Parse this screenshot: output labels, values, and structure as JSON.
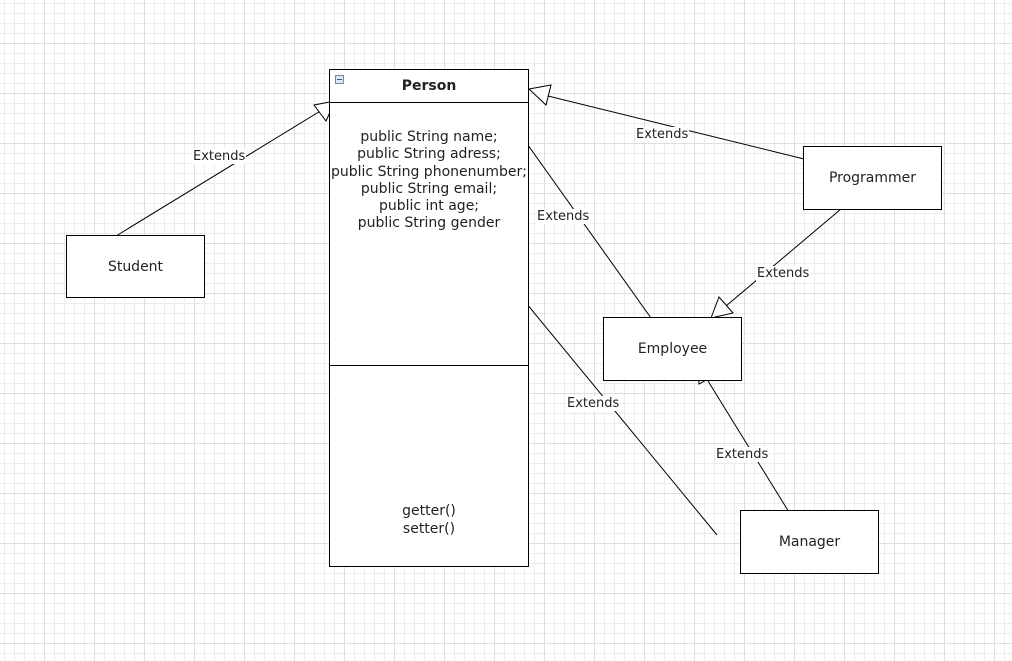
{
  "person": {
    "title": "Person",
    "attributes": [
      "public String name;",
      "public String adress;",
      "public String phonenumber;",
      "public String email;",
      "public int age;",
      "public String gender"
    ],
    "methods": [
      "getter()",
      "setter()"
    ]
  },
  "classes": {
    "student": "Student",
    "programmer": "Programmer",
    "employee": "Employee",
    "manager": "Manager"
  },
  "edges": {
    "student_person": "Extends",
    "programmer_person": "Extends",
    "employee_person": "Extends",
    "programmer_employee": "Extends",
    "manager_person": "Extends",
    "manager_employee": "Extends"
  }
}
